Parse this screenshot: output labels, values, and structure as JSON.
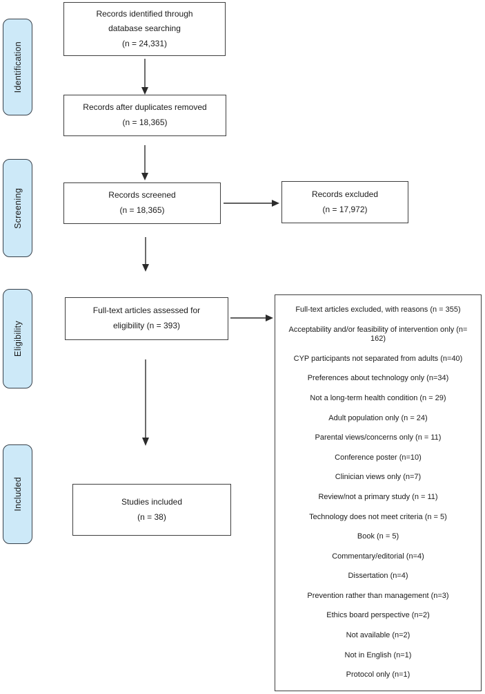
{
  "stages": [
    {
      "label": "Identification"
    },
    {
      "label": "Screening"
    },
    {
      "label": "Eligibility"
    },
    {
      "label": "Included"
    }
  ],
  "boxes": {
    "identified": "Records identified through\ndatabase searching\n(n = 24,331)",
    "duplicates_removed": "Records after duplicates removed\n(n = 18,365)",
    "screened": "Records screened\n(n = 18,365)",
    "excluded": "Records excluded\n(n = 17,972)",
    "fulltext_assessed": "Full-text articles assessed for\neligibility (n = 393)",
    "included": "Studies included\n(n = 38)"
  },
  "exclusions": {
    "title": "Full-text articles excluded, with reasons (n = 355)",
    "items": [
      "Acceptability and/or feasibility of intervention only (n= 162)",
      "CYP participants not separated from adults (n=40)",
      "Preferences about technology only (n=34)",
      "Not a long-term health condition (n = 29)",
      "Adult population only (n = 24)",
      "Parental views/concerns only (n = 11)",
      "Conference poster (n=10)",
      "Clinician views only (n=7)",
      "Review/not a primary study (n = 11)",
      "Technology does not meet criteria (n = 5)",
      "Book (n = 5)",
      "Commentary/editorial (n=4)",
      "Dissertation (n=4)",
      "Prevention rather than management (n=3)",
      "Ethics board perspective (n=2)",
      "Not available (n=2)",
      "Not in English (n=1)",
      "Protocol only (n=1)"
    ]
  },
  "colors": {
    "stage_fill": "#cde9f8",
    "stage_border": "#37404a",
    "box_border": "#3d3d3d",
    "arrow": "#2b2b2b"
  }
}
